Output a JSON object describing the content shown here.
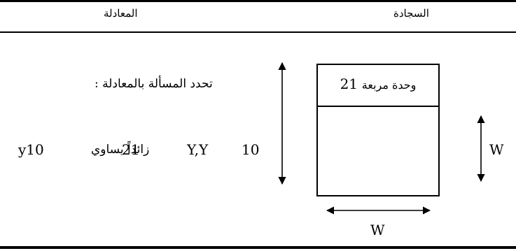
{
  "header": {
    "equation_title": "المعادلة",
    "carpet_title": "السجادة"
  },
  "equation": {
    "intro": "تحدد المسألة بالمعادلة :",
    "num_10": "10",
    "var_yy": "Y,Y",
    "num_21": "21",
    "ar_phrase": "زائداً يساوي",
    "y10": "y10"
  },
  "diagram": {
    "area_number": "21",
    "area_unit": "وحدة مربعة",
    "width_label_right": "W",
    "width_label_bottom": "W"
  }
}
